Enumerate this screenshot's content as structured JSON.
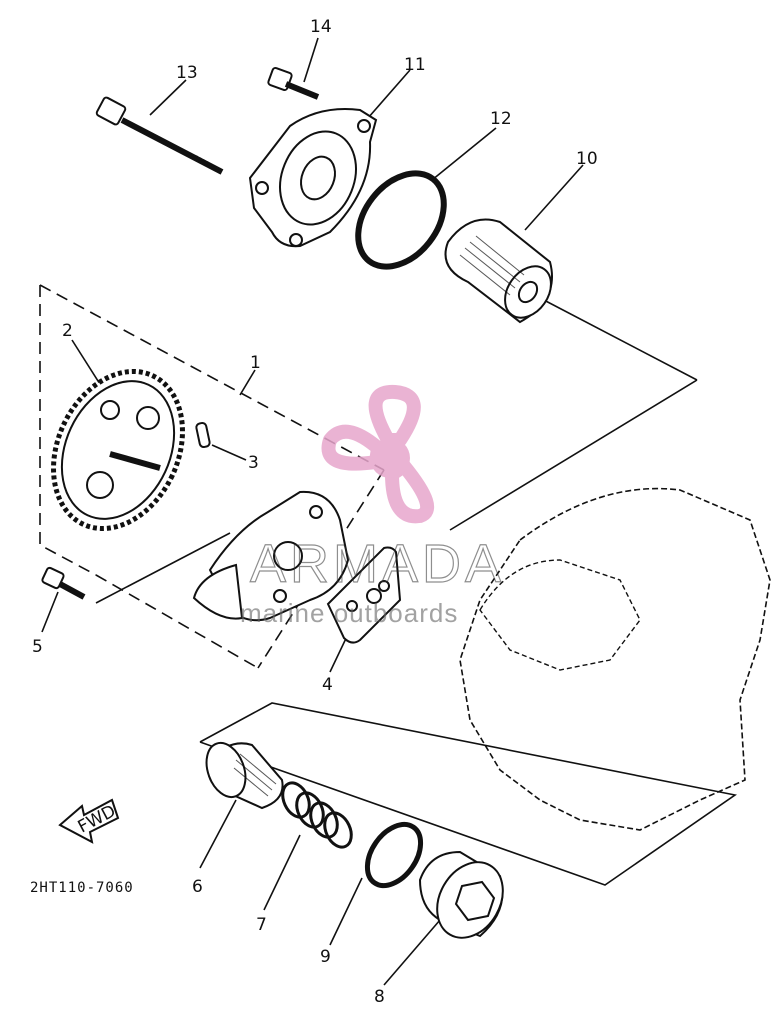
{
  "diagram": {
    "drawing_code": "2HT110-7060",
    "fwd_label": "FWD",
    "callouts": [
      {
        "id": "1",
        "label": "1"
      },
      {
        "id": "2",
        "label": "2"
      },
      {
        "id": "3",
        "label": "3"
      },
      {
        "id": "4",
        "label": "4"
      },
      {
        "id": "5",
        "label": "5"
      },
      {
        "id": "6",
        "label": "6"
      },
      {
        "id": "7",
        "label": "7"
      },
      {
        "id": "8",
        "label": "8"
      },
      {
        "id": "9",
        "label": "9"
      },
      {
        "id": "10",
        "label": "10"
      },
      {
        "id": "11",
        "label": "11"
      },
      {
        "id": "12",
        "label": "12"
      },
      {
        "id": "13",
        "label": "13"
      },
      {
        "id": "14",
        "label": "14"
      }
    ]
  },
  "watermark": {
    "brand": "ARMADA",
    "tagline": "marine outboards",
    "logo_color": "#e7a6cc"
  }
}
